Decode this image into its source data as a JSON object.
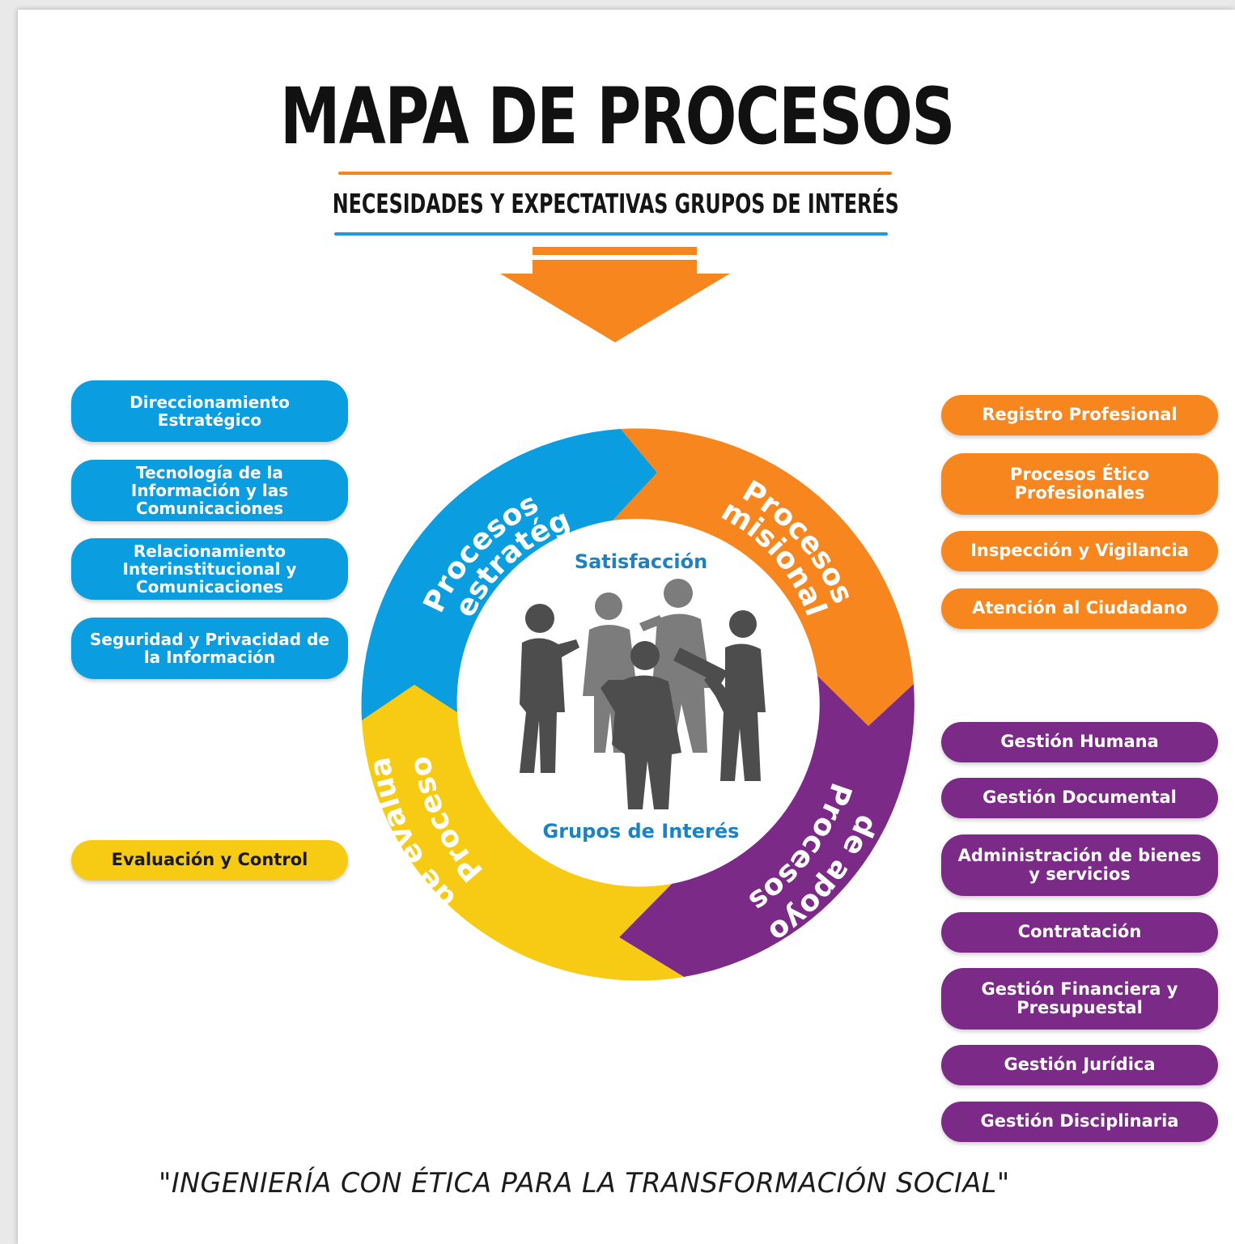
{
  "title": "MAPA DE PROCESOS",
  "subtitle": "NECESIDADES Y EXPECTATIVAS GRUPOS DE INTERÉS",
  "colors": {
    "blue": "#0a9ddf",
    "orange": "#f7861f",
    "purple": "#7b2a88",
    "yellow": "#f7cb14",
    "center_text": "#1b82c4"
  },
  "cycle": {
    "estrategicos": [
      "Procesos",
      "estratégicos"
    ],
    "misionales": [
      "Procesos",
      "misionales"
    ],
    "apoyo": [
      "Procesos",
      "de apoyo"
    ],
    "evaluacion": [
      "Procesos",
      "de evaluación"
    ],
    "center_top": "Satisfacción",
    "center_bottom": "Grupos de Interés",
    "center_icon": "workers-silhouette-icon"
  },
  "strategic": [
    "Direccionamiento Estratégico",
    "Tecnología de la Información y las Comunicaciones",
    "Relacionamiento Interinstitucional y Comunicaciones",
    "Seguridad y Privacidad de la Información"
  ],
  "evaluation": [
    "Evaluación y Control"
  ],
  "missional": [
    "Registro Profesional",
    "Procesos Ético Profesionales",
    "Inspección y Vigilancia",
    "Atención al Ciudadano"
  ],
  "support": [
    "Gestión Humana",
    "Gestión Documental",
    "Administración de bienes y servicios",
    "Contratación",
    "Gestión Financiera y Presupuestal",
    "Gestión Jurídica",
    "Gestión Disciplinaria"
  ],
  "slogan": "\"INGENIERÍA CON ÉTICA PARA LA TRANSFORMACIÓN SOCIAL\""
}
